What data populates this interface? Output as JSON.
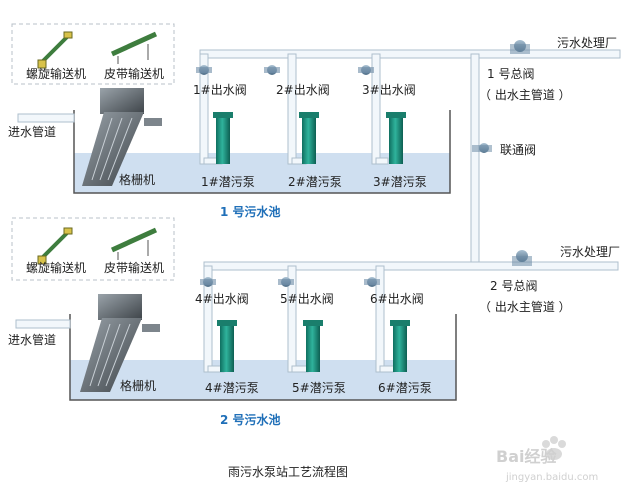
{
  "caption": "雨污水泵站工艺流程图",
  "watermark": {
    "logo": "Bai经验",
    "url": "jingyan.baidu.com"
  },
  "colors": {
    "pipe_fill": "#f2f7fb",
    "pipe_stroke": "#aebfcd",
    "water": "#cfdff0",
    "tank_wall": "#555555",
    "pump_body": "#1e8e7c",
    "valve": "#6f8ea8",
    "pool_label": "#1f6fb8",
    "conveyor": "#4a8a4a"
  },
  "pools": [
    {
      "conveyors": [
        "螺旋输送机",
        "皮带输送机"
      ],
      "inlet_label": "进水管道",
      "screen_label": "格栅机",
      "pool_label": "1 号污水池",
      "outlet_valves": [
        "1#出水阀",
        "2#出水阀",
        "3#出水阀"
      ],
      "pumps": [
        "1#潜污泵",
        "2#潜污泵",
        "3#潜污泵"
      ],
      "main_valve": "1 号总阀",
      "main_pipe": "（ 出水主管道 ）",
      "destination": "污水处理厂"
    },
    {
      "conveyors": [
        "螺旋输送机",
        "皮带输送机"
      ],
      "inlet_label": "进水管道",
      "screen_label": "格栅机",
      "pool_label": "2 号污水池",
      "outlet_valves": [
        "4#出水阀",
        "5#出水阀",
        "6#出水阀"
      ],
      "pumps": [
        "4#潜污泵",
        "5#潜污泵",
        "6#潜污泵"
      ],
      "main_valve": "2 号总阀",
      "main_pipe": "（ 出水主管道 ）",
      "destination": "污水处理厂"
    }
  ],
  "connector_valve": "联通阀"
}
